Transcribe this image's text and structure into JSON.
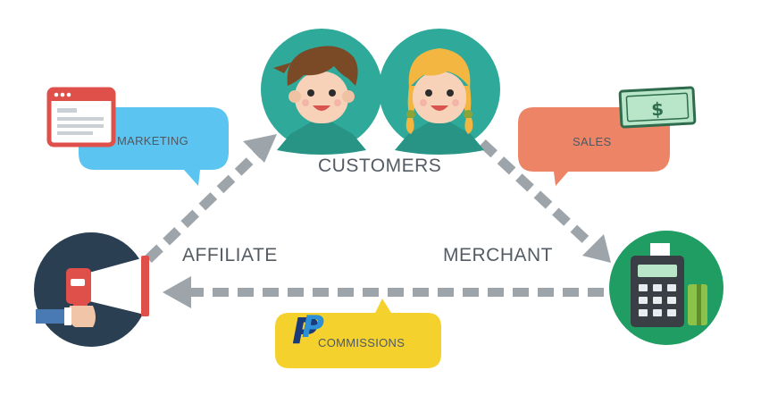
{
  "diagram": {
    "nodes": {
      "customers": {
        "label": "CUSTOMERS"
      },
      "affiliate": {
        "label": "AFFILIATE"
      },
      "merchant": {
        "label": "MERCHANT"
      }
    },
    "bubbles": {
      "marketing": {
        "label": "MARKETING"
      },
      "sales": {
        "label": "SALES"
      },
      "commissions": {
        "label": "COMMISSIONS"
      }
    },
    "icons": {
      "money": {
        "symbol": "$"
      },
      "paypal": {
        "symbol": "P"
      }
    },
    "colors": {
      "teal": "#2fa99a",
      "navy": "#2b3f52",
      "green": "#1f9d63",
      "arrow": "#9da4aa",
      "marketing_bubble": "#5bc4f0",
      "sales_bubble": "#ec8465",
      "commissions_bubble": "#f5d12e"
    }
  }
}
